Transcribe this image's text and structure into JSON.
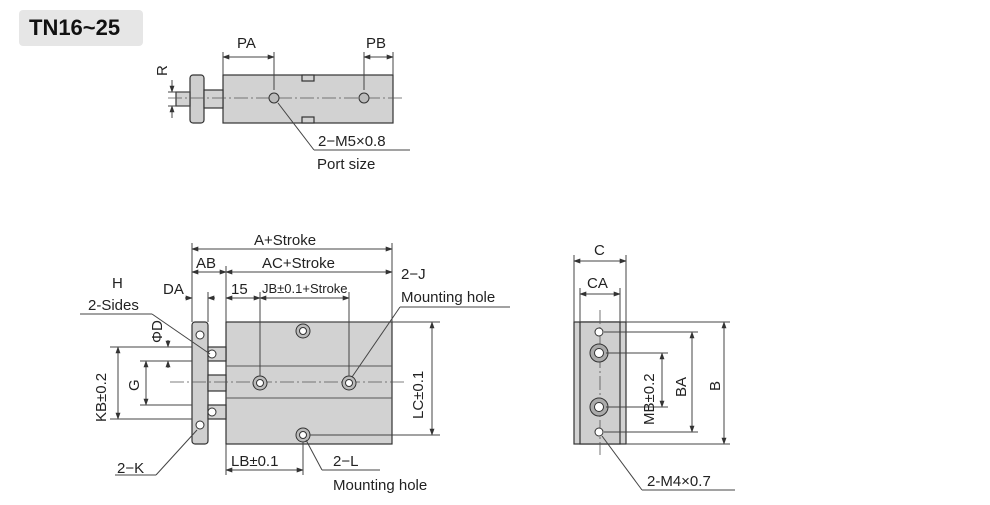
{
  "title": "TN16~25",
  "top_view": {
    "labels": {
      "pa": "PA",
      "pb": "PB",
      "r": "R",
      "port_thread": "2−M5×0.8",
      "port_size": "Port size"
    }
  },
  "front_view": {
    "labels": {
      "a_stroke": "A+Stroke",
      "ab": "AB",
      "ac_stroke": "AC+Stroke",
      "da": "DA",
      "fifteen": "15",
      "jb": "JB±0.1+Stroke",
      "j_mount": "2−J",
      "j_mount_desc": "Mounting hole",
      "h": "H",
      "h_sides": "2-Sides",
      "phi_d": "ΦD",
      "kb": "KB±0.2",
      "g": "G",
      "lc": "LC±0.1",
      "lb": "LB±0.1",
      "l_mount": "2−L",
      "l_mount_desc": "Mounting hole",
      "k": "2−K"
    }
  },
  "side_view": {
    "labels": {
      "c": "C",
      "ca": "CA",
      "mb": "MB±0.2",
      "ba": "BA",
      "b": "B",
      "m4": "2-M4×0.7"
    }
  },
  "colors": {
    "body": "#d2d2d2",
    "lines": "#333333",
    "badge": "#e6e6e6"
  }
}
